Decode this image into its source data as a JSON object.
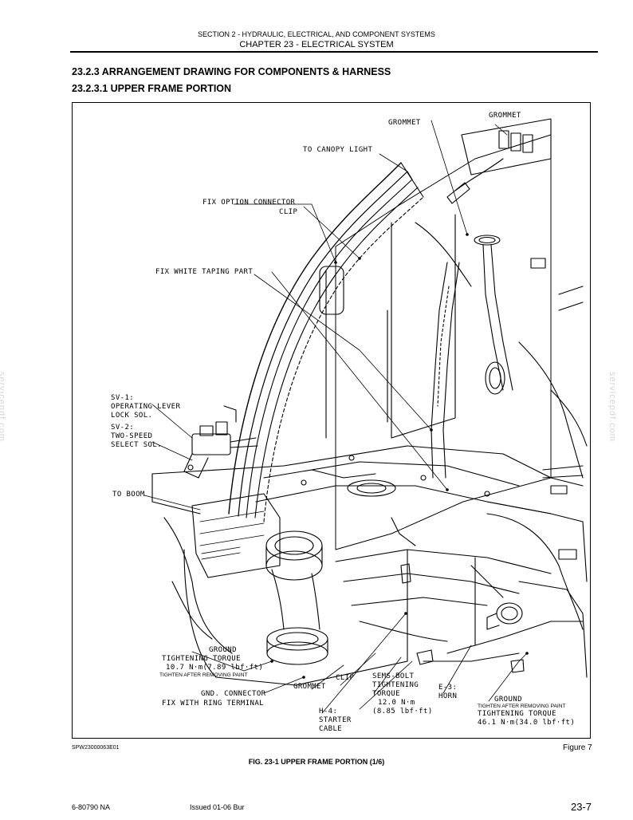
{
  "header": {
    "section": "SECTION 2 - HYDRAULIC, ELECTRICAL, AND COMPONENT SYSTEMS",
    "chapter": "CHAPTER 23 - ELECTRICAL SYSTEM"
  },
  "titles": {
    "heading": "23.2.3 ARRANGEMENT DRAWING FOR COMPONENTS & HARNESS",
    "subheading": "23.2.3.1 UPPER FRAME PORTION"
  },
  "callouts": {
    "grommet_top": "GROMMET",
    "grommet_top_right": "GROMMET",
    "canopy_light": "TO CANOPY LIGHT",
    "fix_option_connector": "FIX OPTION CONNECTOR",
    "clip_top": "CLIP",
    "fix_white_taping": "FIX WHITE TAPING PART",
    "sv1_line1": "SV-1:",
    "sv1_line2": "OPERATING LEVER",
    "sv1_line3": "LOCK SOL.",
    "sv2_line1": "SV-2:",
    "sv2_line2": "TWO-SPEED",
    "sv2_line3": "SELECT SOL.",
    "to_boom": "TO BOOM",
    "ground_left": "GROUND",
    "torque_left": "TIGHTENING TORQUE",
    "torque_left_value": "10.7 N·m(7.89 lbf·ft)",
    "tighten_left": "TIGHTEN AFTER REMOVING PAINT",
    "gnd_connector": "GND. CONNECTOR",
    "ring_terminal": "FIX WITH RING TERMINAL",
    "grommet_bottom": "GROMMET",
    "clip_bottom": "CLIP",
    "sems_bolt": "SEMS-BOLT",
    "sems_tightening": "TIGHTENING",
    "sems_torque": "TORQUE",
    "sems_value1": "12.0 N·m",
    "sems_value2": "(8.85 lbf·ft)",
    "h4_line1": "H-4:",
    "h4_line2": "STARTER",
    "h4_line3": "CABLE",
    "e3_line1": "E-3:",
    "e3_line2": "HORN",
    "ground_right": "GROUND",
    "tighten_right": "TIGHTEN AFTER REMOVING PAINT",
    "torque_right": "TIGHTENING TORQUE",
    "torque_right_value": "46.1 N·m(34.0 lbf·ft)"
  },
  "watermark": "servicepdf.com",
  "figure": {
    "code": "SPW23000063E01",
    "number": "Figure 7",
    "caption": "FIG. 23-1 UPPER FRAME PORTION (1/6)"
  },
  "footer": {
    "doc_number": "6-80790 NA",
    "issue": "Issued 01-06   Bur",
    "page": "23-7"
  }
}
